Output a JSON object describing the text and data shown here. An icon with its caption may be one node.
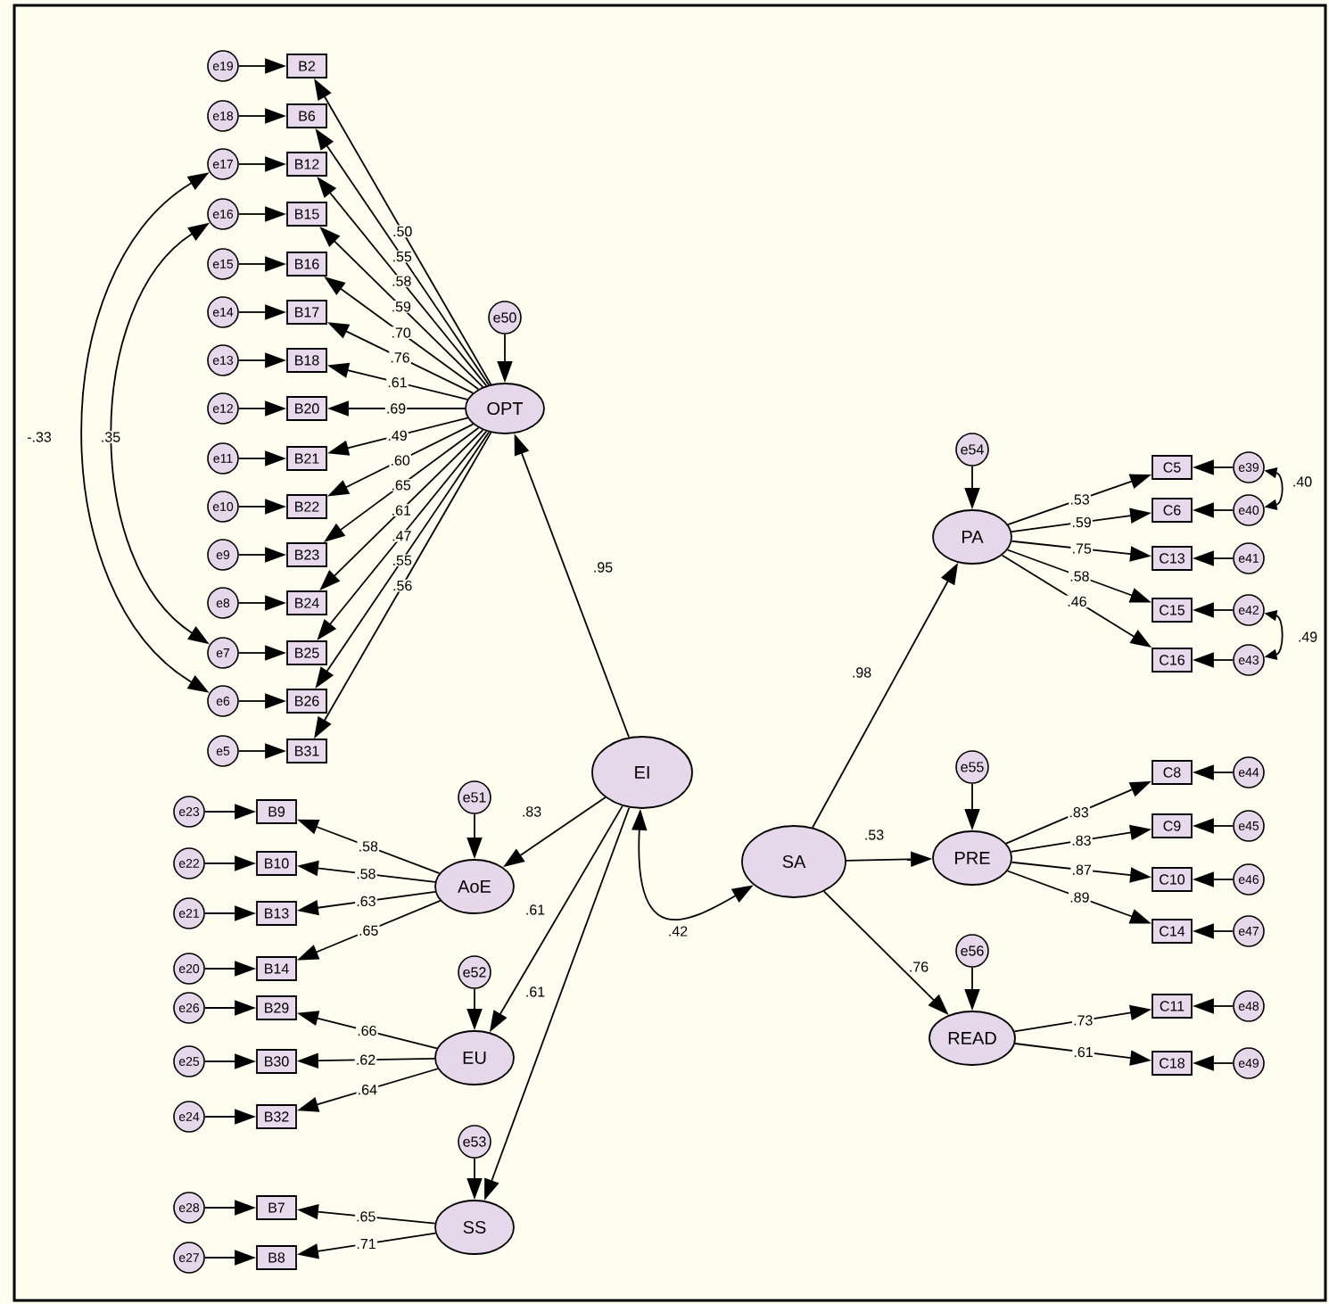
{
  "diagram": {
    "nodes": [
      {
        "text": [
          "OPT"
        ]
      },
      {
        "text": [
          "e50"
        ]
      },
      {
        "text": [
          "EI"
        ]
      },
      {
        "text": [
          "AoE"
        ]
      },
      {
        "text": [
          "e51"
        ]
      },
      {
        "text": [
          "EU"
        ]
      },
      {
        "text": [
          "e52"
        ]
      },
      {
        "text": [
          "SS"
        ]
      },
      {
        "text": [
          "e53"
        ]
      },
      {
        "text": [
          "SA"
        ]
      },
      {
        "text": [
          "PA"
        ]
      },
      {
        "text": [
          "e54"
        ]
      },
      {
        "text": [
          "PRE"
        ]
      },
      {
        "text": [
          "e55"
        ]
      },
      {
        "text": [
          "READ"
        ]
      },
      {
        "text": [
          "e56"
        ]
      },
      {
        "text": [
          "B2"
        ]
      },
      {
        "text": [
          "B6"
        ]
      },
      {
        "text": [
          "B12"
        ]
      },
      {
        "text": [
          "B15"
        ]
      },
      {
        "text": [
          "B16"
        ]
      },
      {
        "text": [
          "B17"
        ]
      },
      {
        "text": [
          "B18"
        ]
      },
      {
        "text": [
          "B20"
        ]
      },
      {
        "text": [
          "B21"
        ]
      },
      {
        "text": [
          "B22"
        ]
      },
      {
        "text": [
          "B23"
        ]
      },
      {
        "text": [
          "B24"
        ]
      },
      {
        "text": [
          "B25"
        ]
      },
      {
        "text": [
          "B26"
        ]
      },
      {
        "text": [
          "B31"
        ]
      },
      {
        "text": [
          "e19"
        ]
      },
      {
        "text": [
          "e18"
        ]
      },
      {
        "text": [
          "e17"
        ]
      },
      {
        "text": [
          "e16"
        ]
      },
      {
        "text": [
          "e15"
        ]
      },
      {
        "text": [
          "e14"
        ]
      },
      {
        "text": [
          "e13"
        ]
      },
      {
        "text": [
          "e12"
        ]
      },
      {
        "text": [
          "e11"
        ]
      },
      {
        "text": [
          "e10"
        ]
      },
      {
        "text": [
          "e9"
        ]
      },
      {
        "text": [
          "e8"
        ]
      },
      {
        "text": [
          "e7"
        ]
      },
      {
        "text": [
          "e6"
        ]
      },
      {
        "text": [
          "e5"
        ]
      },
      {
        "text": [
          "B9"
        ]
      },
      {
        "text": [
          "B10"
        ]
      },
      {
        "text": [
          "B13"
        ]
      },
      {
        "text": [
          "B14"
        ]
      },
      {
        "text": [
          "e23"
        ]
      },
      {
        "text": [
          "e22"
        ]
      },
      {
        "text": [
          "e21"
        ]
      },
      {
        "text": [
          "e20"
        ]
      },
      {
        "text": [
          "B29"
        ]
      },
      {
        "text": [
          "B30"
        ]
      },
      {
        "text": [
          "B32"
        ]
      },
      {
        "text": [
          "e26"
        ]
      },
      {
        "text": [
          "e25"
        ]
      },
      {
        "text": [
          "e24"
        ]
      },
      {
        "text": [
          "B7"
        ]
      },
      {
        "text": [
          "B8"
        ]
      },
      {
        "text": [
          "e28"
        ]
      },
      {
        "text": [
          "e27"
        ]
      },
      {
        "text": [
          "C5"
        ]
      },
      {
        "text": [
          "C6"
        ]
      },
      {
        "text": [
          "C13"
        ]
      },
      {
        "text": [
          "C15"
        ]
      },
      {
        "text": [
          "C16"
        ]
      },
      {
        "text": [
          "e39"
        ]
      },
      {
        "text": [
          "e40"
        ]
      },
      {
        "text": [
          "e41"
        ]
      },
      {
        "text": [
          "e42"
        ]
      },
      {
        "text": [
          "e43"
        ]
      },
      {
        "text": [
          "C8"
        ]
      },
      {
        "text": [
          "C9"
        ]
      },
      {
        "text": [
          "C10"
        ]
      },
      {
        "text": [
          "C14"
        ]
      },
      {
        "text": [
          "e44"
        ]
      },
      {
        "text": [
          "e45"
        ]
      },
      {
        "text": [
          "e46"
        ]
      },
      {
        "text": [
          "e47"
        ]
      },
      {
        "text": [
          "C11"
        ]
      },
      {
        "text": [
          "C18"
        ]
      },
      {
        "text": [
          "e48"
        ]
      },
      {
        "text": [
          "e49"
        ]
      }
    ],
    "edges": [
      {
        "from": 2,
        "to": 0,
        "arrow": "to",
        "label": ".95"
      },
      {
        "from": 2,
        "to": 3,
        "arrow": "to",
        "label": ".83"
      },
      {
        "from": 2,
        "to": 5,
        "arrow": "to",
        "label": ".61"
      },
      {
        "from": 2,
        "to": 7,
        "arrow": "to",
        "label": ".61"
      },
      {
        "from": 2,
        "to": 9,
        "arrow": "both",
        "label": ".42"
      },
      {
        "from": 9,
        "to": 10,
        "arrow": "to",
        "label": ".98"
      },
      {
        "from": 9,
        "to": 12,
        "arrow": "to",
        "label": ".53"
      },
      {
        "from": 9,
        "to": 14,
        "arrow": "to",
        "label": ".76"
      },
      {
        "from": 1,
        "to": 0,
        "arrow": "to"
      },
      {
        "from": 4,
        "to": 3,
        "arrow": "to"
      },
      {
        "from": 6,
        "to": 5,
        "arrow": "to"
      },
      {
        "from": 8,
        "to": 7,
        "arrow": "to"
      },
      {
        "from": 11,
        "to": 10,
        "arrow": "to"
      },
      {
        "from": 13,
        "to": 12,
        "arrow": "to"
      },
      {
        "from": 15,
        "to": 14,
        "arrow": "to"
      },
      {
        "from": 0,
        "to": 16,
        "arrow": "to",
        "label": ".50"
      },
      {
        "from": 0,
        "to": 17,
        "arrow": "to",
        "label": ".55"
      },
      {
        "from": 0,
        "to": 18,
        "arrow": "to",
        "label": ".58"
      },
      {
        "from": 0,
        "to": 19,
        "arrow": "to",
        "label": ".59"
      },
      {
        "from": 0,
        "to": 20,
        "arrow": "to",
        "label": ".70"
      },
      {
        "from": 0,
        "to": 21,
        "arrow": "to",
        "label": ".76"
      },
      {
        "from": 0,
        "to": 22,
        "arrow": "to",
        "label": ".61"
      },
      {
        "from": 0,
        "to": 23,
        "arrow": "to",
        "label": ".69"
      },
      {
        "from": 0,
        "to": 24,
        "arrow": "to",
        "label": ".49"
      },
      {
        "from": 0,
        "to": 25,
        "arrow": "to",
        "label": ".60"
      },
      {
        "from": 0,
        "to": 26,
        "arrow": "to",
        "label": ".65"
      },
      {
        "from": 0,
        "to": 27,
        "arrow": "to",
        "label": ".61"
      },
      {
        "from": 0,
        "to": 28,
        "arrow": "to",
        "label": ".47"
      },
      {
        "from": 0,
        "to": 29,
        "arrow": "to",
        "label": ".55"
      },
      {
        "from": 0,
        "to": 30,
        "arrow": "to",
        "label": ".56"
      },
      {
        "from": 31,
        "to": 16,
        "arrow": "to"
      },
      {
        "from": 32,
        "to": 17,
        "arrow": "to"
      },
      {
        "from": 33,
        "to": 18,
        "arrow": "to"
      },
      {
        "from": 34,
        "to": 19,
        "arrow": "to"
      },
      {
        "from": 35,
        "to": 20,
        "arrow": "to"
      },
      {
        "from": 36,
        "to": 21,
        "arrow": "to"
      },
      {
        "from": 37,
        "to": 22,
        "arrow": "to"
      },
      {
        "from": 38,
        "to": 23,
        "arrow": "to"
      },
      {
        "from": 39,
        "to": 24,
        "arrow": "to"
      },
      {
        "from": 40,
        "to": 25,
        "arrow": "to"
      },
      {
        "from": 41,
        "to": 26,
        "arrow": "to"
      },
      {
        "from": 42,
        "to": 27,
        "arrow": "to"
      },
      {
        "from": 43,
        "to": 28,
        "arrow": "to"
      },
      {
        "from": 44,
        "to": 29,
        "arrow": "to"
      },
      {
        "from": 45,
        "to": 30,
        "arrow": "to"
      },
      {
        "from": 3,
        "to": 46,
        "arrow": "to",
        "label": ".58"
      },
      {
        "from": 3,
        "to": 47,
        "arrow": "to",
        "label": ".58"
      },
      {
        "from": 3,
        "to": 48,
        "arrow": "to",
        "label": ".63"
      },
      {
        "from": 3,
        "to": 49,
        "arrow": "to",
        "label": ".65"
      },
      {
        "from": 50,
        "to": 46,
        "arrow": "to"
      },
      {
        "from": 51,
        "to": 47,
        "arrow": "to"
      },
      {
        "from": 52,
        "to": 48,
        "arrow": "to"
      },
      {
        "from": 53,
        "to": 49,
        "arrow": "to"
      },
      {
        "from": 5,
        "to": 54,
        "arrow": "to",
        "label": ".66"
      },
      {
        "from": 5,
        "to": 55,
        "arrow": "to",
        "label": ".62"
      },
      {
        "from": 5,
        "to": 56,
        "arrow": "to",
        "label": ".64"
      },
      {
        "from": 57,
        "to": 54,
        "arrow": "to"
      },
      {
        "from": 58,
        "to": 55,
        "arrow": "to"
      },
      {
        "from": 59,
        "to": 56,
        "arrow": "to"
      },
      {
        "from": 7,
        "to": 60,
        "arrow": "to",
        "label": ".65"
      },
      {
        "from": 7,
        "to": 61,
        "arrow": "to",
        "label": ".71"
      },
      {
        "from": 62,
        "to": 60,
        "arrow": "to"
      },
      {
        "from": 63,
        "to": 61,
        "arrow": "to"
      },
      {
        "from": 10,
        "to": 64,
        "arrow": "to",
        "label": ".53"
      },
      {
        "from": 10,
        "to": 65,
        "arrow": "to",
        "label": ".59"
      },
      {
        "from": 10,
        "to": 66,
        "arrow": "to",
        "label": ".75"
      },
      {
        "from": 10,
        "to": 67,
        "arrow": "to",
        "label": ".58"
      },
      {
        "from": 10,
        "to": 68,
        "arrow": "to",
        "label": ".46"
      },
      {
        "from": 69,
        "to": 64,
        "arrow": "to"
      },
      {
        "from": 70,
        "to": 65,
        "arrow": "to"
      },
      {
        "from": 71,
        "to": 66,
        "arrow": "to"
      },
      {
        "from": 72,
        "to": 67,
        "arrow": "to"
      },
      {
        "from": 73,
        "to": 68,
        "arrow": "to"
      },
      {
        "from": 12,
        "to": 74,
        "arrow": "to",
        "label": ".83"
      },
      {
        "from": 12,
        "to": 75,
        "arrow": "to",
        "label": ".83"
      },
      {
        "from": 12,
        "to": 76,
        "arrow": "to",
        "label": ".87"
      },
      {
        "from": 12,
        "to": 77,
        "arrow": "to",
        "label": ".89"
      },
      {
        "from": 78,
        "to": 74,
        "arrow": "to"
      },
      {
        "from": 79,
        "to": 75,
        "arrow": "to"
      },
      {
        "from": 80,
        "to": 76,
        "arrow": "to"
      },
      {
        "from": 81,
        "to": 77,
        "arrow": "to"
      },
      {
        "from": 14,
        "to": 82,
        "arrow": "to",
        "label": ".73"
      },
      {
        "from": 14,
        "to": 83,
        "arrow": "to",
        "label": ".61"
      },
      {
        "from": 84,
        "to": 82,
        "arrow": "to"
      },
      {
        "from": 85,
        "to": 83,
        "arrow": "to"
      },
      {
        "from": 33,
        "to": 44,
        "arrow": "both",
        "label": "-.33"
      },
      {
        "from": 34,
        "to": 43,
        "arrow": "both",
        "label": ".35"
      },
      {
        "from": 69,
        "to": 70,
        "arrow": "both",
        "label": ".40"
      },
      {
        "from": 72,
        "to": 73,
        "arrow": "both",
        "label": ".49"
      }
    ]
  }
}
